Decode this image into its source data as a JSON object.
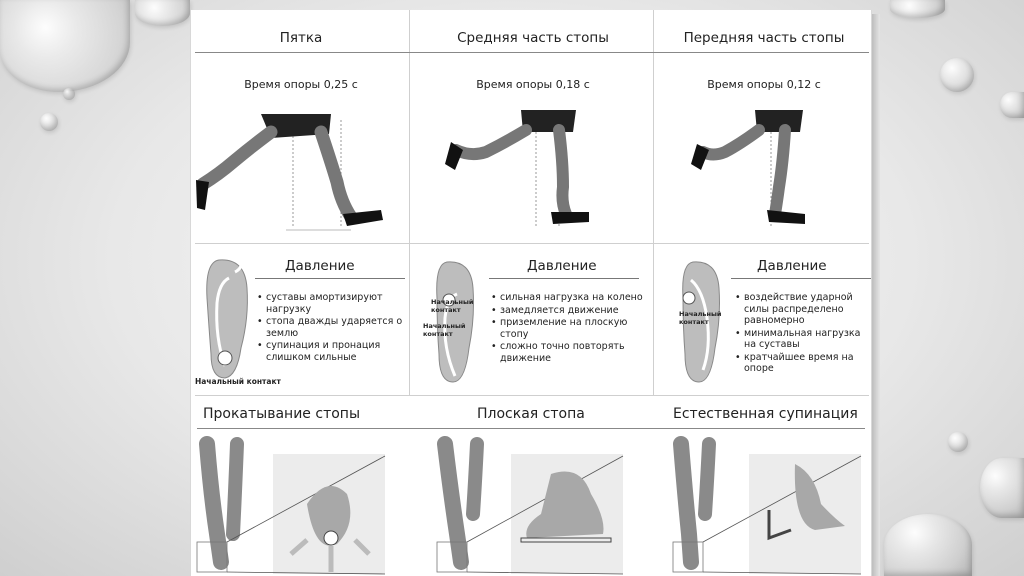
{
  "columns": [
    {
      "header": "Пятка",
      "time": "Время опоры 0,25 с"
    },
    {
      "header": "Средняя часть стопы",
      "time": "Время опоры 0,18 с"
    },
    {
      "header": "Передняя часть стопы",
      "time": "Время опоры 0,12 с"
    }
  ],
  "pressure": [
    {
      "title": "Давление",
      "items": [
        "суставы амортизируют нагрузку",
        "стопа дважды ударяется о землю",
        "супинация и пронация слишком сильные"
      ],
      "foot_labels": [
        "Начальный контакт"
      ]
    },
    {
      "title": "Давление",
      "items": [
        "сильная нагрузка на колено",
        "замедляется движение",
        "приземление на плоскую стопу",
        "сложно точно повторять движение"
      ],
      "foot_labels": [
        "Начальный контакт",
        "Начальный контакт"
      ]
    },
    {
      "title": "Давление",
      "items": [
        "воздействие ударной силы распределено равномерно",
        "минимальная нагрузка на суставы",
        "кратчайшее время на опоре"
      ],
      "foot_labels": [
        "Начальный контакт"
      ]
    }
  ],
  "bottom": [
    {
      "title": "Прокатывание стопы"
    },
    {
      "title": "Плоская стопа"
    },
    {
      "title": "Естественная супинация"
    }
  ]
}
